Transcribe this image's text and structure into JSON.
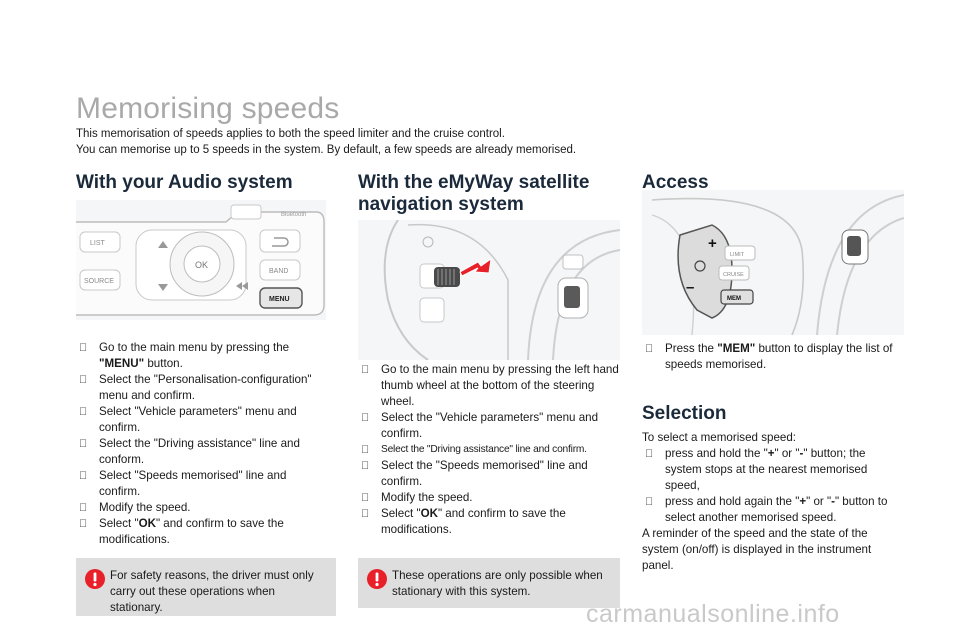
{
  "page": {
    "title": "Memorising speeds",
    "intro_line1": "This memorisation of speeds applies to both the speed limiter and the cruise control.",
    "intro_line2": "You can memorise up to 5 speeds in the system. By default, a few speeds are already memorised."
  },
  "audio": {
    "heading": "With your Audio system",
    "panel_labels": [
      "LIST",
      "SOURCE",
      "OK",
      "BAND",
      "MENU",
      "Bluetooth"
    ],
    "steps": [
      {
        "pre": "Go to the main menu by pressing the ",
        "bold": "\"MENU\"",
        "post": " button."
      },
      {
        "pre": "Select the \"Personalisation-configuration\" menu and confirm.",
        "bold": "",
        "post": ""
      },
      {
        "pre": "Select \"Vehicle parameters\" menu and confirm.",
        "bold": "",
        "post": ""
      },
      {
        "pre": "Select the \"Driving assistance\" line and conform.",
        "bold": "",
        "post": ""
      },
      {
        "pre": "Select \"Speeds memorised\" line and confirm.",
        "bold": "",
        "post": ""
      },
      {
        "pre": "Modify the speed.",
        "bold": "",
        "post": ""
      },
      {
        "pre": "Select \"",
        "bold": "OK",
        "post": "\" and confirm to save the modifications."
      }
    ],
    "warning": "For safety reasons, the driver must only carry out these operations when stationary."
  },
  "nav": {
    "heading_line1": "With the eMyWay satellite",
    "heading_line2": "navigation system",
    "steps": [
      {
        "pre": "Go to the main menu by pressing the left hand thumb wheel at the bottom of the steering wheel.",
        "bold": "",
        "post": ""
      },
      {
        "pre": "Select the \"Vehicle parameters\" menu and confirm.",
        "bold": "",
        "post": ""
      },
      {
        "pre": "Select the \"Driving assistance\" line and confirm.",
        "bold": "",
        "post": "",
        "small": true
      },
      {
        "pre": "Select the \"Speeds memorised\" line and confirm.",
        "bold": "",
        "post": ""
      },
      {
        "pre": "Modify the speed.",
        "bold": "",
        "post": ""
      },
      {
        "pre": "Select \"",
        "bold": "OK",
        "post": "\" and confirm to save the modifications."
      }
    ],
    "warning": "These operations are only possible when stationary with this system."
  },
  "access": {
    "heading": "Access",
    "panel_labels": [
      "LIMIT",
      "CRUISE",
      "MEM"
    ],
    "steps": [
      {
        "pre": "Press the ",
        "bold": "\"MEM\"",
        "post": " button to display the list of speeds memorised."
      }
    ]
  },
  "selection": {
    "heading": "Selection",
    "lead": "To select a memorised speed:",
    "steps": [
      {
        "pre": "press and hold the \"",
        "bold": "+",
        "mid": "\" or \"",
        "bold2": "-",
        "post": "\" button; the system stops at the nearest memorised speed,"
      },
      {
        "pre": "press and hold again the \"",
        "bold": "+",
        "mid": "\" or \"",
        "bold2": "-",
        "post": "\" button to select another memorised speed."
      }
    ],
    "closing": "A reminder of the speed and the state of the system (on/off) is displayed in the instrument panel."
  },
  "watermark": "carmanualsonline.info",
  "marker": "",
  "colors": {
    "accent": "#e8202a",
    "title": "#a9a9a9",
    "warning_bg": "#dedede"
  }
}
